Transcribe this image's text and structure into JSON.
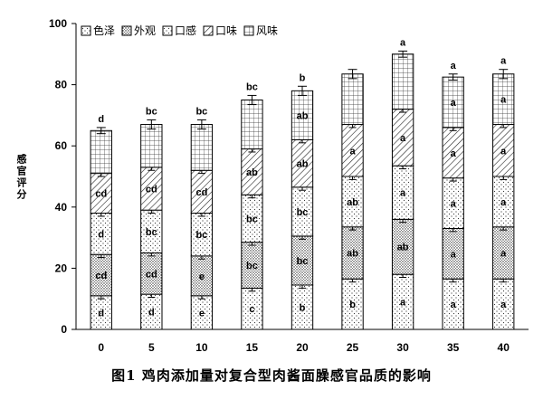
{
  "caption": "图1    鸡肉添加量对复合型肉酱面臊感官品质的影响",
  "chart_data": {
    "type": "bar",
    "stacked": true,
    "ylabel": "感官评分",
    "xlabel": "",
    "ylim": [
      0,
      100
    ],
    "yticks": [
      0,
      20,
      40,
      60,
      80,
      100
    ],
    "categories": [
      "0",
      "5",
      "10",
      "15",
      "20",
      "25",
      "30",
      "35",
      "40"
    ],
    "series": [
      {
        "name": "色泽",
        "pattern": "dots-sparse",
        "values": [
          11,
          11.5,
          11,
          13.5,
          14.5,
          16.5,
          18,
          16.5,
          16.5
        ],
        "labels": [
          "d",
          "d",
          "e",
          "c",
          "b",
          "b",
          "a",
          "a",
          "a"
        ],
        "errors": [
          1,
          1,
          1,
          1,
          1,
          1,
          1,
          1,
          1
        ]
      },
      {
        "name": "外观",
        "pattern": "dots-dense",
        "values": [
          13.5,
          13.5,
          13,
          15,
          16,
          17,
          18,
          16.5,
          17
        ],
        "labels": [
          "cd",
          "cd",
          "e",
          "bc",
          "bc",
          "ab",
          "ab",
          "a",
          "a"
        ],
        "errors": [
          1,
          1,
          1,
          1,
          1,
          1,
          1,
          1,
          1
        ]
      },
      {
        "name": "口感",
        "pattern": "dots-sparse",
        "values": [
          13.5,
          14,
          14,
          15.5,
          16,
          16.5,
          17.5,
          16.5,
          16.5
        ],
        "labels": [
          "d",
          "bc",
          "bc",
          "bc",
          "bc",
          "ab",
          "a",
          "a",
          "a"
        ],
        "errors": [
          1,
          1,
          1,
          1,
          1,
          1,
          1,
          1,
          1
        ]
      },
      {
        "name": "口味",
        "pattern": "diagonal",
        "values": [
          13,
          14,
          14,
          15,
          15.5,
          17,
          18.5,
          16.5,
          17
        ],
        "labels": [
          "cd",
          "cd",
          "cd",
          "ab",
          "ab",
          "a",
          "a",
          "a",
          "a"
        ],
        "errors": [
          1,
          1,
          1,
          1,
          1,
          1,
          1,
          1,
          1
        ]
      },
      {
        "name": "风味",
        "pattern": "grid",
        "values": [
          14,
          14,
          15,
          16,
          16,
          16.5,
          18,
          16.5,
          16.5
        ],
        "labels": [
          "",
          "",
          "",
          "",
          "ab",
          "",
          "",
          "a",
          "a"
        ],
        "errors": [
          1,
          1,
          1,
          1,
          1,
          1,
          1,
          1,
          1
        ]
      }
    ],
    "total_labels": [
      "d",
      "bc",
      "bc",
      "bc",
      "b",
      "",
      "a",
      "a",
      "a"
    ],
    "total_errors": [
      1,
      1.5,
      1.5,
      1.5,
      1.5,
      1.5,
      1,
      1,
      1.5
    ],
    "legend": {
      "placement": "top-left",
      "orientation": "horizontal"
    }
  }
}
